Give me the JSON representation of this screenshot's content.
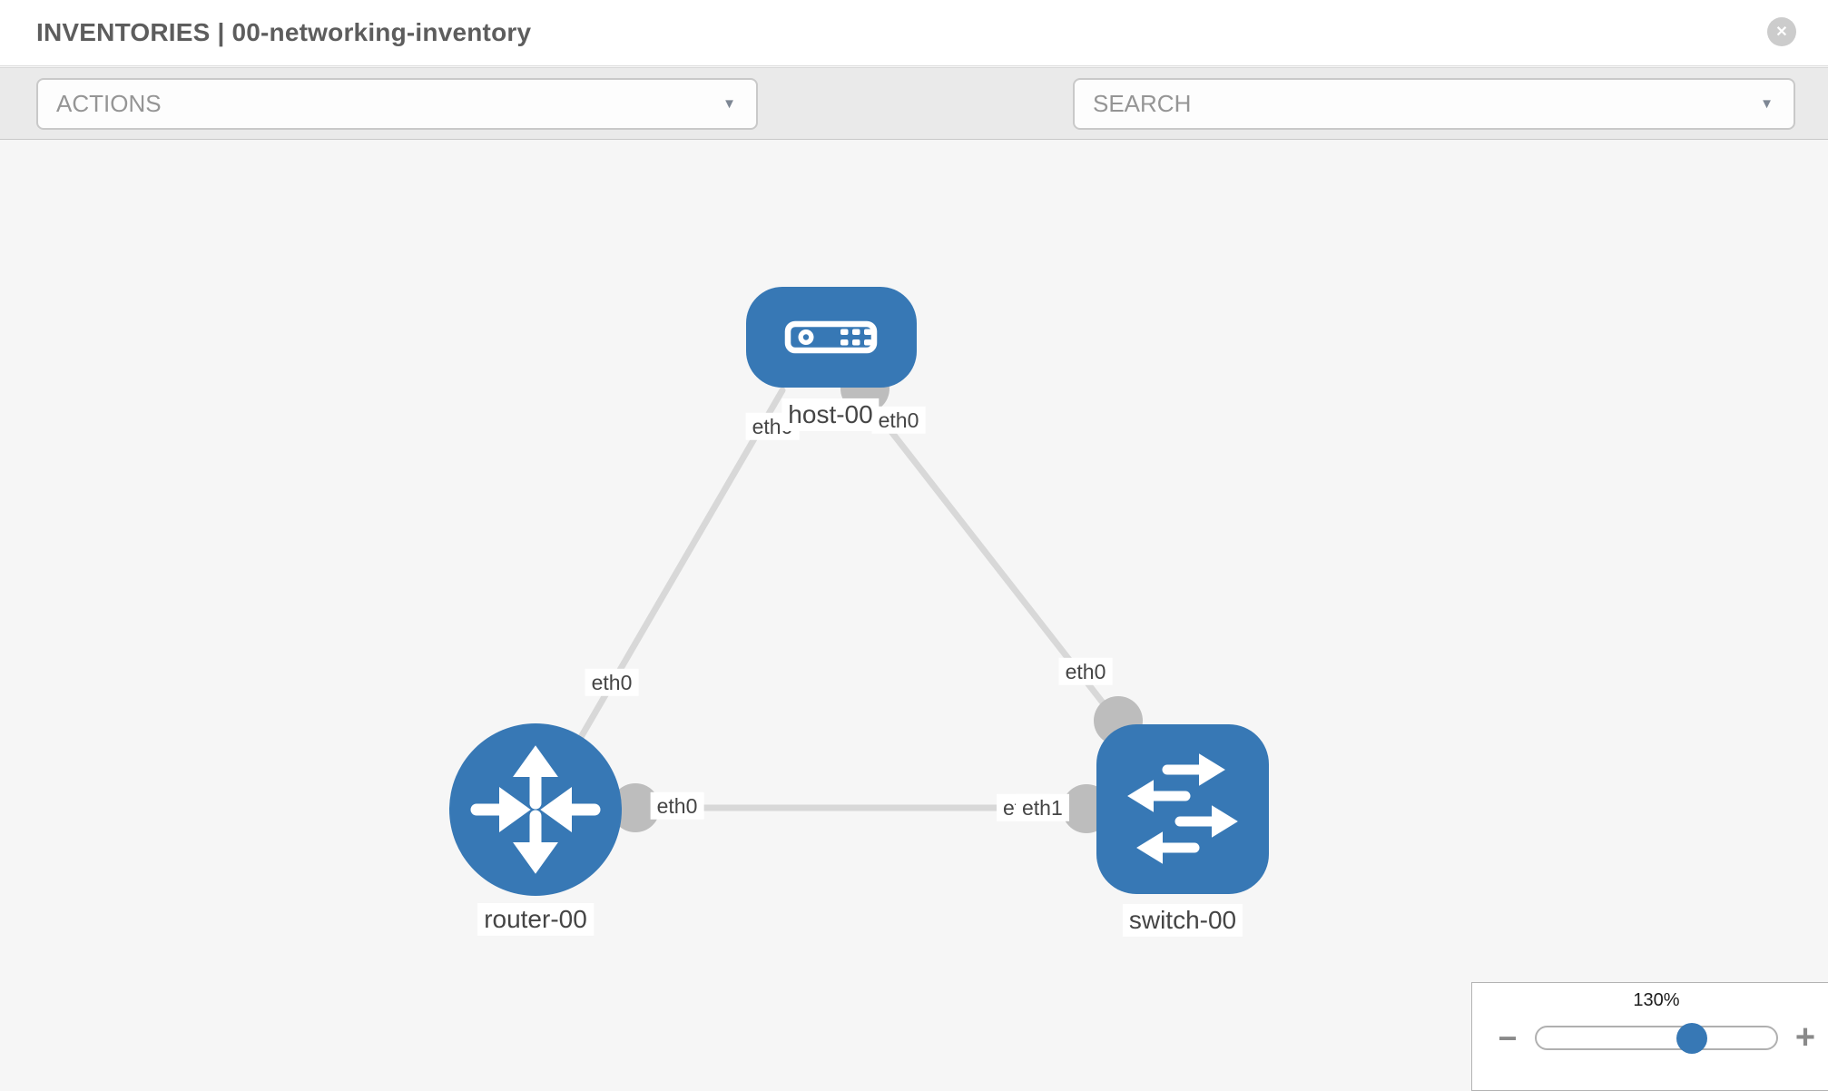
{
  "header": {
    "title": "INVENTORIES | 00-networking-inventory"
  },
  "toolbar": {
    "actions_placeholder": "ACTIONS",
    "search_placeholder": "SEARCH"
  },
  "icons": {
    "close": "✕",
    "dropdown_caret": "▼",
    "wrench": "wrench-icon",
    "key": "key-icon"
  },
  "topology": {
    "nodes": [
      {
        "id": "host-00",
        "type": "host",
        "label": "host-00"
      },
      {
        "id": "router-00",
        "type": "router",
        "label": "router-00"
      },
      {
        "id": "switch-00",
        "type": "switch",
        "label": "switch-00"
      }
    ],
    "links": [
      {
        "source": "host-00",
        "target": "router-00",
        "source_interface": "eth0",
        "target_interface": "eth0"
      },
      {
        "source": "host-00",
        "target": "switch-00",
        "source_interface": "eth0",
        "target_interface": "eth0"
      },
      {
        "source": "router-00",
        "target": "switch-00",
        "source_interface": "eth0",
        "target_interface": "eth1",
        "overlapped_interface": "eth0"
      }
    ]
  },
  "zoom_control": {
    "level": "130%",
    "zoom_out": "−",
    "zoom_in": "+"
  },
  "colors": {
    "node_fill": "#3778b5",
    "link_stroke": "#d8d8d8",
    "port_fill": "#bdbdbd",
    "toolbar_bg": "#eaeaea",
    "canvas_bg": "#f6f6f6"
  }
}
